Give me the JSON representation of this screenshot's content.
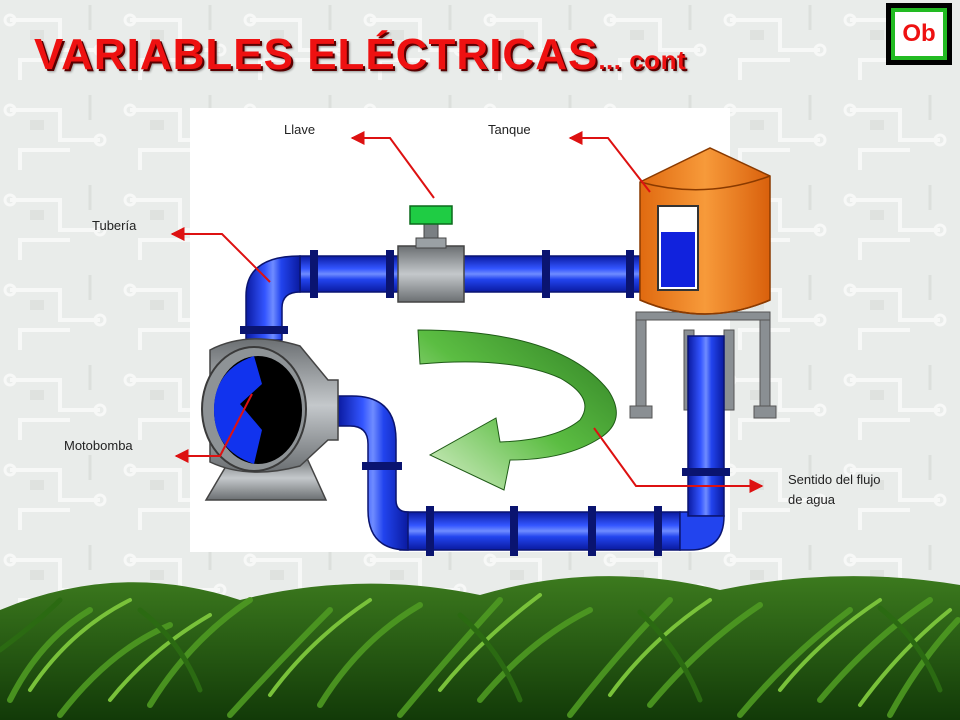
{
  "title": {
    "main": "VARIABLES ELÉCTRICAS",
    "suffix": "... cont"
  },
  "badge": {
    "text": "Ob"
  },
  "diagram": {
    "labels": {
      "llave": "Llave",
      "tanque": "Tanque",
      "tuberia": "Tubería",
      "motobomba": "Motobomba",
      "flujo_line1": "Sentido del flujo",
      "flujo_line2": "de agua"
    }
  },
  "colors": {
    "title": "#ee1111",
    "pipe": "#1133ee",
    "tank": "#f5861f",
    "valve_handle": "#1fcc44",
    "arrow": "#2c8c2c",
    "pointer": "#dd1111",
    "badge_border": "#22bb22"
  }
}
